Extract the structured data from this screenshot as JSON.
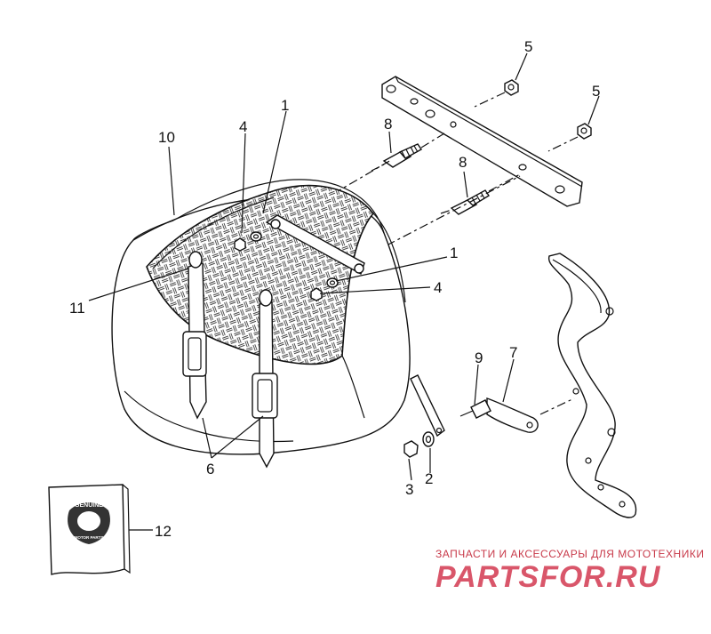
{
  "callouts": [
    {
      "id": "1a",
      "label": "1"
    },
    {
      "id": "1b",
      "label": "1"
    },
    {
      "id": "2",
      "label": "2"
    },
    {
      "id": "3",
      "label": "3"
    },
    {
      "id": "4a",
      "label": "4"
    },
    {
      "id": "4b",
      "label": "4"
    },
    {
      "id": "5a",
      "label": "5"
    },
    {
      "id": "5b",
      "label": "5"
    },
    {
      "id": "6",
      "label": "6"
    },
    {
      "id": "7",
      "label": "7"
    },
    {
      "id": "8a",
      "label": "8"
    },
    {
      "id": "8b",
      "label": "8"
    },
    {
      "id": "9",
      "label": "9"
    },
    {
      "id": "10",
      "label": "10"
    },
    {
      "id": "11",
      "label": "11"
    },
    {
      "id": "12",
      "label": "12"
    }
  ],
  "kit_logo": {
    "top_text": "GENUINE",
    "bottom_text": "MOTOR PARTS"
  },
  "watermark": {
    "tagline": "ЗАПЧАСТИ И АКСЕССУАРЫ ДЛЯ МОТОТЕХНИКИ",
    "brand": "PARTSFOR.RU"
  },
  "colors": {
    "ink": "#111111",
    "watermark": "#d9566a",
    "logo_dark": "#333333"
  }
}
